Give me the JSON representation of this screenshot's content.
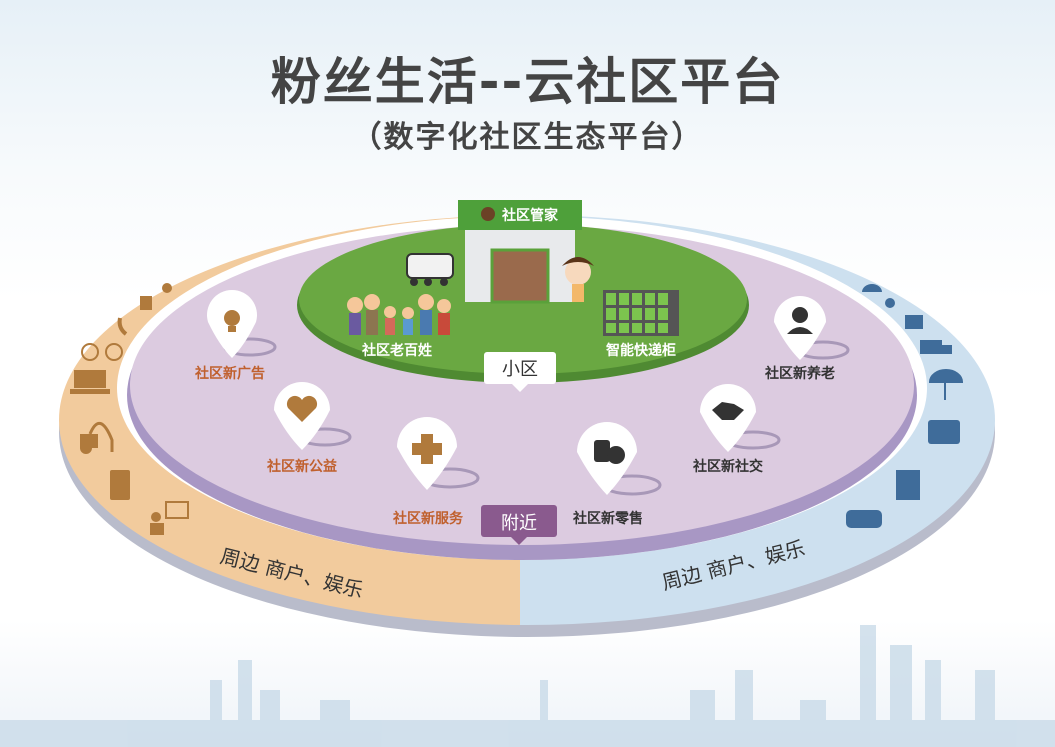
{
  "header": {
    "title": "粉丝生活--云社区平台",
    "subtitle": "（数字化社区生态平台）"
  },
  "center": {
    "store_sign": "社区管家",
    "residents_label": "社区老百姓",
    "locker_label": "智能快递柜",
    "community_badge": "小区"
  },
  "nearby_badge": "附近",
  "services": [
    {
      "label": "社区新广告",
      "icon": "lightbulb-icon"
    },
    {
      "label": "社区新公益",
      "icon": "heart-icon"
    },
    {
      "label": "社区新服务",
      "icon": "medical-cross-icon"
    },
    {
      "label": "社区新零售",
      "icon": "coin-yuan-icon"
    },
    {
      "label": "社区新社交",
      "icon": "handshake-icon"
    },
    {
      "label": "社区新养老",
      "icon": "elder-icon"
    }
  ],
  "ring": {
    "left_label": "周边  商户、娱乐",
    "right_label": "周边  商户、娱乐",
    "left_icons": [
      "cake-icon",
      "document-icon",
      "phone-icon",
      "bicycle-icon",
      "laptop-icon",
      "vacuum-icon",
      "pos-terminal-icon",
      "meeting-icon"
    ],
    "right_icons": [
      "cloche-icon",
      "cherries-icon",
      "gift-icon",
      "truck-icon",
      "umbrella-icon",
      "medical-kit-icon",
      "book-icon",
      "taxi-icon"
    ]
  },
  "colors": {
    "ring_left": "#f2cb9d",
    "ring_right": "#cde0ef",
    "inner": "#dccbe0",
    "green": "#6aa842",
    "badge_purple": "#8a5a8e",
    "label_orange": "#c0602e",
    "icon_brown": "#b07a3c",
    "icon_blue": "#3f6c9a"
  }
}
